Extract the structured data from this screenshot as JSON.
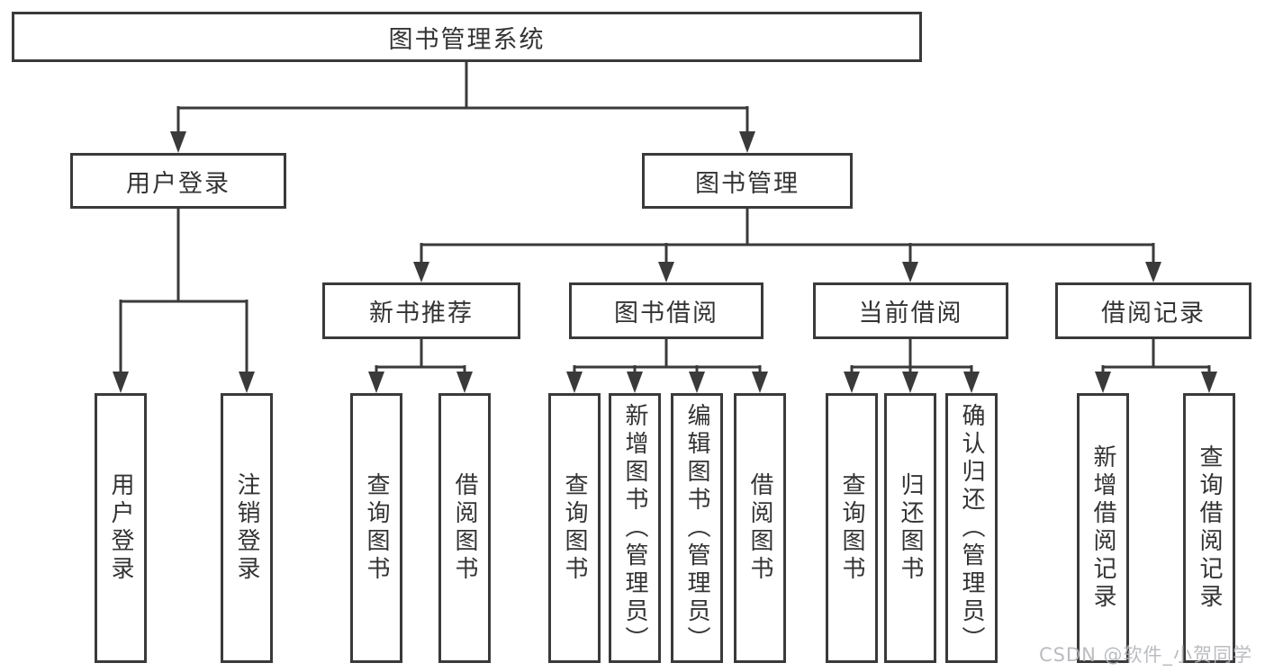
{
  "tree": {
    "root": {
      "label": "图书管理系统"
    },
    "children": [
      {
        "label": "用户登录",
        "children": [
          {
            "label": "用户登录"
          },
          {
            "label": "注销登录"
          }
        ]
      },
      {
        "label": "图书管理",
        "children": [
          {
            "label": "新书推荐",
            "children": [
              {
                "label": "查询图书"
              },
              {
                "label": "借阅图书"
              }
            ]
          },
          {
            "label": "图书借阅",
            "children": [
              {
                "label": "查询图书"
              },
              {
                "label": "新增图书（管理员）"
              },
              {
                "label": "编辑图书（管理员）"
              },
              {
                "label": "借阅图书"
              }
            ]
          },
          {
            "label": "当前借阅",
            "children": [
              {
                "label": "查询图书"
              },
              {
                "label": "归还图书"
              },
              {
                "label": "确认归还（管理员）"
              }
            ]
          },
          {
            "label": "借阅记录",
            "children": [
              {
                "label": "新增借阅记录"
              },
              {
                "label": "查询借阅记录"
              }
            ]
          }
        ]
      }
    ]
  },
  "watermark": {
    "text": "CSDN @软件_小贺同学"
  },
  "colors": {
    "line": "#3a3a3a",
    "box_border": "#3a3a3a",
    "box_fill": "#ffffff",
    "text": "#333333",
    "watermark_text": "#b2b5b9"
  }
}
